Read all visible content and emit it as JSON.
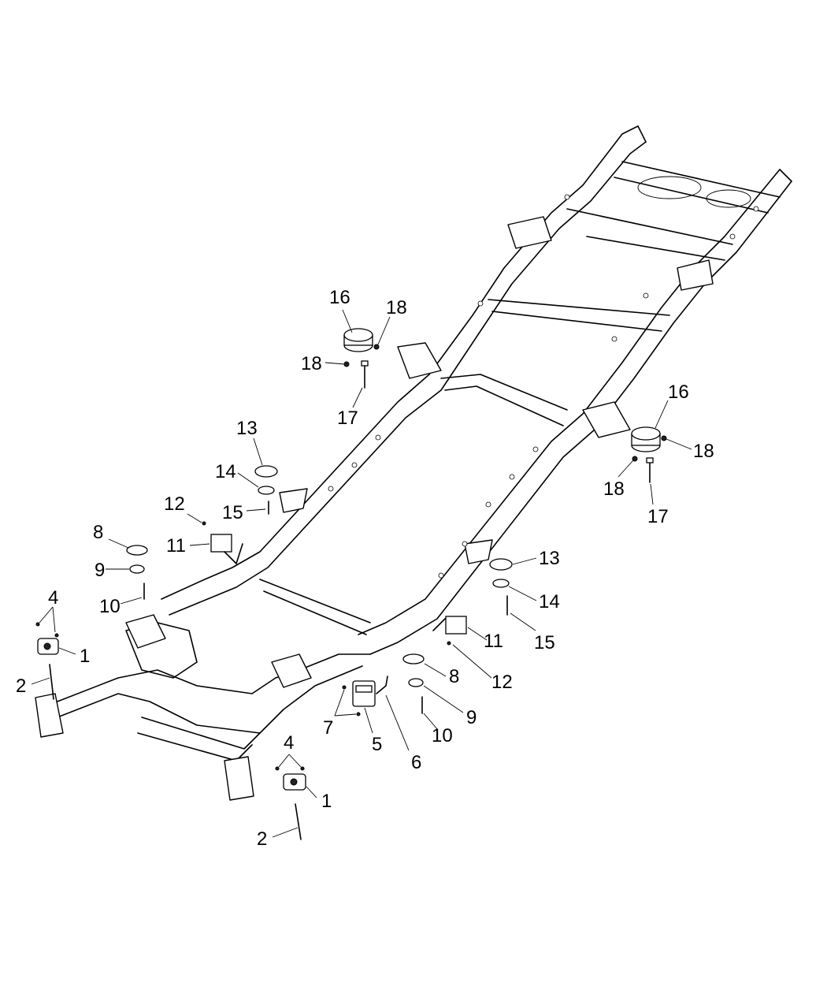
{
  "diagram": {
    "callouts": [
      {
        "id": "c16a",
        "label": "16"
      },
      {
        "id": "c18a",
        "label": "18"
      },
      {
        "id": "c18b",
        "label": "18"
      },
      {
        "id": "c17a",
        "label": "17"
      },
      {
        "id": "c16b",
        "label": "16"
      },
      {
        "id": "c18c",
        "label": "18"
      },
      {
        "id": "c18d",
        "label": "18"
      },
      {
        "id": "c17b",
        "label": "17"
      },
      {
        "id": "c13a",
        "label": "13"
      },
      {
        "id": "c14a",
        "label": "14"
      },
      {
        "id": "c15a",
        "label": "15"
      },
      {
        "id": "c12a",
        "label": "12"
      },
      {
        "id": "c11a",
        "label": "11"
      },
      {
        "id": "c8a",
        "label": "8"
      },
      {
        "id": "c9a",
        "label": "9"
      },
      {
        "id": "c10a",
        "label": "10"
      },
      {
        "id": "c4a",
        "label": "4"
      },
      {
        "id": "c1a",
        "label": "1"
      },
      {
        "id": "c2a",
        "label": "2"
      },
      {
        "id": "c13b",
        "label": "13"
      },
      {
        "id": "c14b",
        "label": "14"
      },
      {
        "id": "c15b",
        "label": "15"
      },
      {
        "id": "c11b",
        "label": "11"
      },
      {
        "id": "c12b",
        "label": "12"
      },
      {
        "id": "c8b",
        "label": "8"
      },
      {
        "id": "c9b",
        "label": "9"
      },
      {
        "id": "c10b",
        "label": "10"
      },
      {
        "id": "c7",
        "label": "7"
      },
      {
        "id": "c5",
        "label": "5"
      },
      {
        "id": "c6",
        "label": "6"
      },
      {
        "id": "c4b",
        "label": "4"
      },
      {
        "id": "c1b",
        "label": "1"
      },
      {
        "id": "c2b",
        "label": "2"
      }
    ]
  }
}
